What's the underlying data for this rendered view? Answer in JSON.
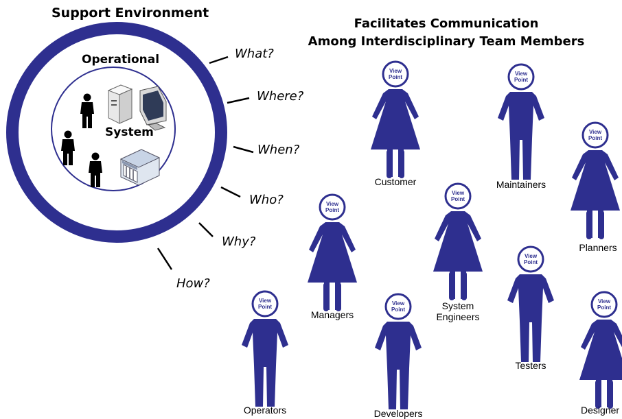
{
  "left_panel": {
    "title": "Support Environment",
    "operational_label": "Operational",
    "system_label": "System",
    "questions": [
      "What?",
      "Where?",
      "When?",
      "Who?",
      "Why?",
      "How?"
    ]
  },
  "right_panel": {
    "title_line1": "Facilitates Communication",
    "title_line2": "Among Interdisciplinary Team Members",
    "viewpoint_line1": "View",
    "viewpoint_line2": "Point",
    "people": [
      {
        "label": "Customer",
        "figure": "female"
      },
      {
        "label": "Maintainers",
        "figure": "male"
      },
      {
        "label": "Planners",
        "figure": "female"
      },
      {
        "label": "Managers",
        "figure": "female"
      },
      {
        "label_line1": "System",
        "label_line2": "Engineers",
        "figure": "female"
      },
      {
        "label": "Testers",
        "figure": "male"
      },
      {
        "label": "Operators",
        "figure": "male"
      },
      {
        "label": "Developers",
        "figure": "male"
      },
      {
        "label": "Designer",
        "figure": "female"
      }
    ]
  },
  "colors": {
    "figure": "#2e2f8f",
    "ring": "#2e2f8f",
    "head_fill": "#ffffff"
  }
}
